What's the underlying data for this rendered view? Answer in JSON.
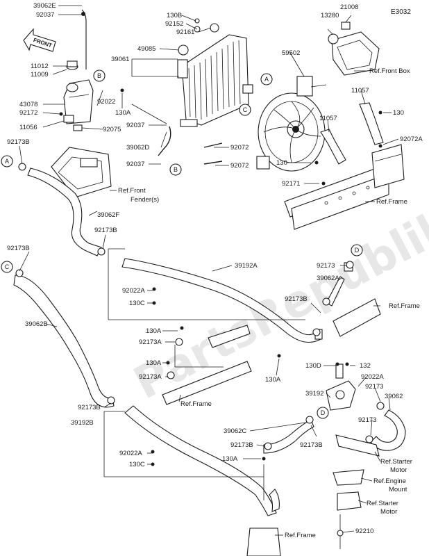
{
  "diagram": {
    "code": "E3032",
    "front_label": "FRONT",
    "watermark": "PartsRepublik",
    "parts": [
      {
        "id": "p_39062E",
        "text": "39062E"
      },
      {
        "id": "p_92037a",
        "text": "92037"
      },
      {
        "id": "p_11012",
        "text": "11012"
      },
      {
        "id": "p_11009",
        "text": "11009"
      },
      {
        "id": "p_43078",
        "text": "43078"
      },
      {
        "id": "p_92172",
        "text": "92172"
      },
      {
        "id": "p_11056",
        "text": "11056"
      },
      {
        "id": "p_92173B_a",
        "text": "92173B"
      },
      {
        "id": "p_92022",
        "text": "92022"
      },
      {
        "id": "p_92075",
        "text": "92075"
      },
      {
        "id": "p_130A_a",
        "text": "130A"
      },
      {
        "id": "p_130B",
        "text": "130B"
      },
      {
        "id": "p_92152",
        "text": "92152"
      },
      {
        "id": "p_92161",
        "text": "92161"
      },
      {
        "id": "p_49085",
        "text": "49085"
      },
      {
        "id": "p_39061",
        "text": "39061"
      },
      {
        "id": "p_21008",
        "text": "21008"
      },
      {
        "id": "p_13280",
        "text": "13280"
      },
      {
        "id": "p_59502",
        "text": "59502"
      },
      {
        "id": "p_11057a",
        "text": "11057"
      },
      {
        "id": "p_11057b",
        "text": "11057"
      },
      {
        "id": "p_130a",
        "text": "130"
      },
      {
        "id": "p_92072A",
        "text": "92072A"
      },
      {
        "id": "p_92037b",
        "text": "92037"
      },
      {
        "id": "p_39062D",
        "text": "39062D"
      },
      {
        "id": "p_92037c",
        "text": "92037"
      },
      {
        "id": "p_92072a",
        "text": "92072"
      },
      {
        "id": "p_92072b",
        "text": "92072"
      },
      {
        "id": "p_130b",
        "text": "130"
      },
      {
        "id": "p_92171",
        "text": "92171"
      },
      {
        "id": "p_39062F",
        "text": "39062F"
      },
      {
        "id": "p_92173B_b",
        "text": "92173B"
      },
      {
        "id": "p_92173B_c",
        "text": "92173B"
      },
      {
        "id": "p_39192A",
        "text": "39192A"
      },
      {
        "id": "p_92173",
        "text": "92173"
      },
      {
        "id": "p_39062A",
        "text": "39062A"
      },
      {
        "id": "p_92173B_d",
        "text": "92173B"
      },
      {
        "id": "p_92022A_a",
        "text": "92022A"
      },
      {
        "id": "p_130C_a",
        "text": "130C"
      },
      {
        "id": "p_39062B",
        "text": "39062B"
      },
      {
        "id": "p_130A_b",
        "text": "130A"
      },
      {
        "id": "p_92173A_a",
        "text": "92173A"
      },
      {
        "id": "p_130A_c",
        "text": "130A"
      },
      {
        "id": "p_92173A_b",
        "text": "92173A"
      },
      {
        "id": "p_130A_d",
        "text": "130A"
      },
      {
        "id": "p_130D",
        "text": "130D"
      },
      {
        "id": "p_132",
        "text": "132"
      },
      {
        "id": "p_92022A_b",
        "text": "92022A"
      },
      {
        "id": "p_39192",
        "text": "39192"
      },
      {
        "id": "p_92173_b",
        "text": "92173"
      },
      {
        "id": "p_39062",
        "text": "39062"
      },
      {
        "id": "p_92173_c",
        "text": "92173"
      },
      {
        "id": "p_92173B_e",
        "text": "92173B"
      },
      {
        "id": "p_39192B",
        "text": "39192B"
      },
      {
        "id": "p_39062C",
        "text": "39062C"
      },
      {
        "id": "p_92173B_f",
        "text": "92173B"
      },
      {
        "id": "p_130A_e",
        "text": "130A"
      },
      {
        "id": "p_92173B_g",
        "text": "92173B"
      },
      {
        "id": "p_92022A_c",
        "text": "92022A"
      },
      {
        "id": "p_130C_b",
        "text": "130C"
      },
      {
        "id": "p_92210",
        "text": "92210"
      }
    ],
    "refs": [
      {
        "id": "r_front_box",
        "text": "Ref.Front Box"
      },
      {
        "id": "r_frame_a",
        "text": "Ref.Frame"
      },
      {
        "id": "r_fender_1",
        "text": "Ref.Front"
      },
      {
        "id": "r_fender_2",
        "text": "Fender(s)"
      },
      {
        "id": "r_frame_b",
        "text": "Ref.Frame"
      },
      {
        "id": "r_frame_c",
        "text": "Ref.Frame"
      },
      {
        "id": "r_starter_1a",
        "text": "Ref.Starter"
      },
      {
        "id": "r_starter_1b",
        "text": "Motor"
      },
      {
        "id": "r_engine_1",
        "text": "Ref.Engine"
      },
      {
        "id": "r_engine_2",
        "text": "Mount"
      },
      {
        "id": "r_starter_2a",
        "text": "Ref.Starter"
      },
      {
        "id": "r_starter_2b",
        "text": "Motor"
      },
      {
        "id": "r_frame_d",
        "text": "Ref.Frame"
      }
    ],
    "callouts": [
      {
        "id": "c_B1",
        "text": "B"
      },
      {
        "id": "c_A1",
        "text": "A"
      },
      {
        "id": "c_C1",
        "text": "C"
      },
      {
        "id": "c_B2",
        "text": "B"
      },
      {
        "id": "c_A2",
        "text": "A"
      },
      {
        "id": "c_C2",
        "text": "C"
      },
      {
        "id": "c_D1",
        "text": "D"
      },
      {
        "id": "c_D2",
        "text": "D"
      }
    ]
  }
}
